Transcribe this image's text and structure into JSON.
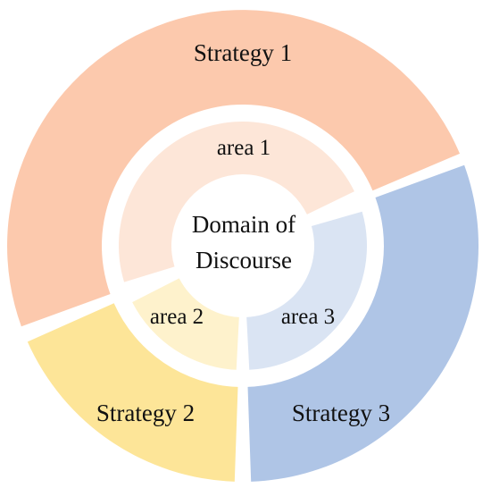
{
  "center": {
    "lines": [
      "Domain of",
      "Discourse"
    ]
  },
  "outer_ring": [
    {
      "label": "Strategy 1",
      "color": "#FCC9AD"
    },
    {
      "label": "Strategy 2",
      "color": "#FDE598"
    },
    {
      "label": "Strategy 3",
      "color": "#AFC5E6"
    }
  ],
  "inner_ring": [
    {
      "label": "area 1",
      "color": "#FDE6D8"
    },
    {
      "label": "area 2",
      "color": "#FEF2CC"
    },
    {
      "label": "area 3",
      "color": "#DAE4F3"
    }
  ]
}
